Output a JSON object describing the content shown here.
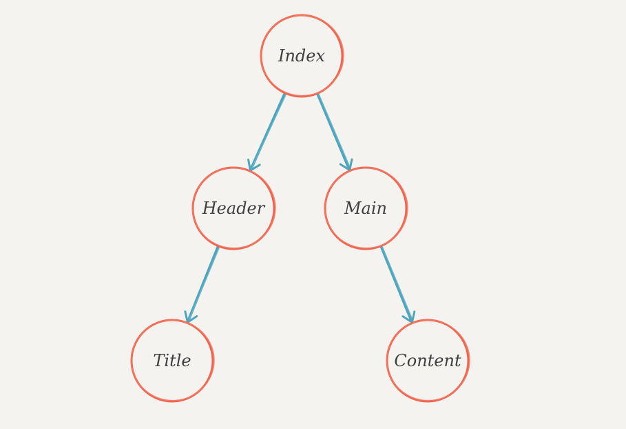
{
  "diagram": {
    "type": "tree",
    "nodes": [
      {
        "id": "index",
        "label": "Index"
      },
      {
        "id": "header",
        "label": "Header"
      },
      {
        "id": "main",
        "label": "Main"
      },
      {
        "id": "title",
        "label": "Title"
      },
      {
        "id": "content",
        "label": "Content"
      }
    ],
    "edges": [
      {
        "from": "index",
        "to": "header"
      },
      {
        "from": "index",
        "to": "main"
      },
      {
        "from": "header",
        "to": "title"
      },
      {
        "from": "main",
        "to": "content"
      }
    ],
    "colors": {
      "background": "#f5f3ef",
      "node_stroke": "#f0654f",
      "edge": "#4fa5bd",
      "text": "#3f3f42"
    }
  }
}
